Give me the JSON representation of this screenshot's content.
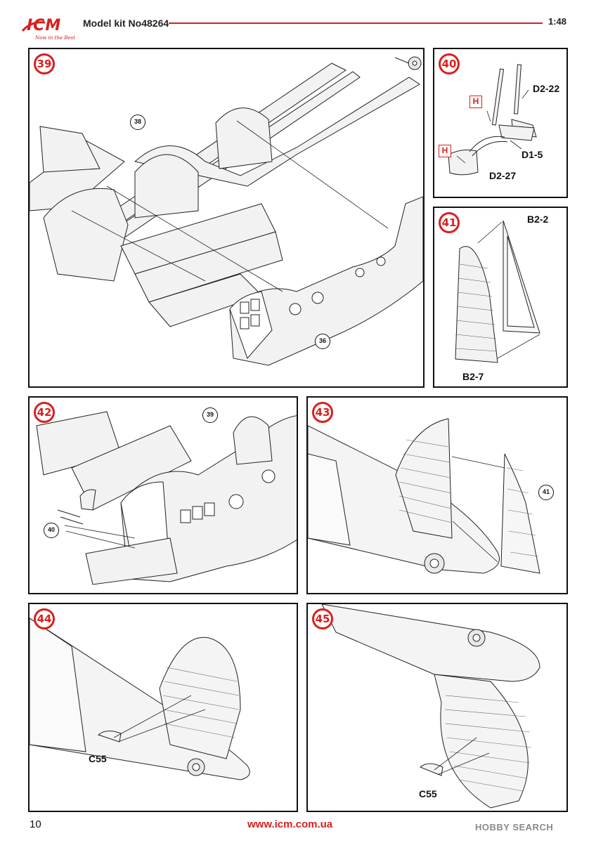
{
  "header": {
    "brand": "ICM",
    "brand_tagline": "Now in the Best",
    "kit_title": "Model kit No48264",
    "scale": "1:48"
  },
  "steps": [
    {
      "number": "39",
      "refs": [
        "38",
        "36"
      ]
    },
    {
      "number": "40",
      "parts": [
        "D2-22",
        "D1-5",
        "D2-27"
      ],
      "markers": [
        "H",
        "H"
      ]
    },
    {
      "number": "41",
      "parts": [
        "B2-2",
        "B2-7"
      ]
    },
    {
      "number": "42",
      "refs": [
        "39",
        "40"
      ]
    },
    {
      "number": "43",
      "refs": [
        "41"
      ]
    },
    {
      "number": "44",
      "parts": [
        "C55"
      ]
    },
    {
      "number": "45",
      "parts": [
        "C55"
      ]
    }
  ],
  "footer": {
    "page_number": "10",
    "url": "www.icm.com.ua",
    "watermark": "HOBBY SEARCH"
  },
  "colors": {
    "accent": "#d8201f",
    "line": "#111111",
    "fill": "#f0f0f0"
  }
}
